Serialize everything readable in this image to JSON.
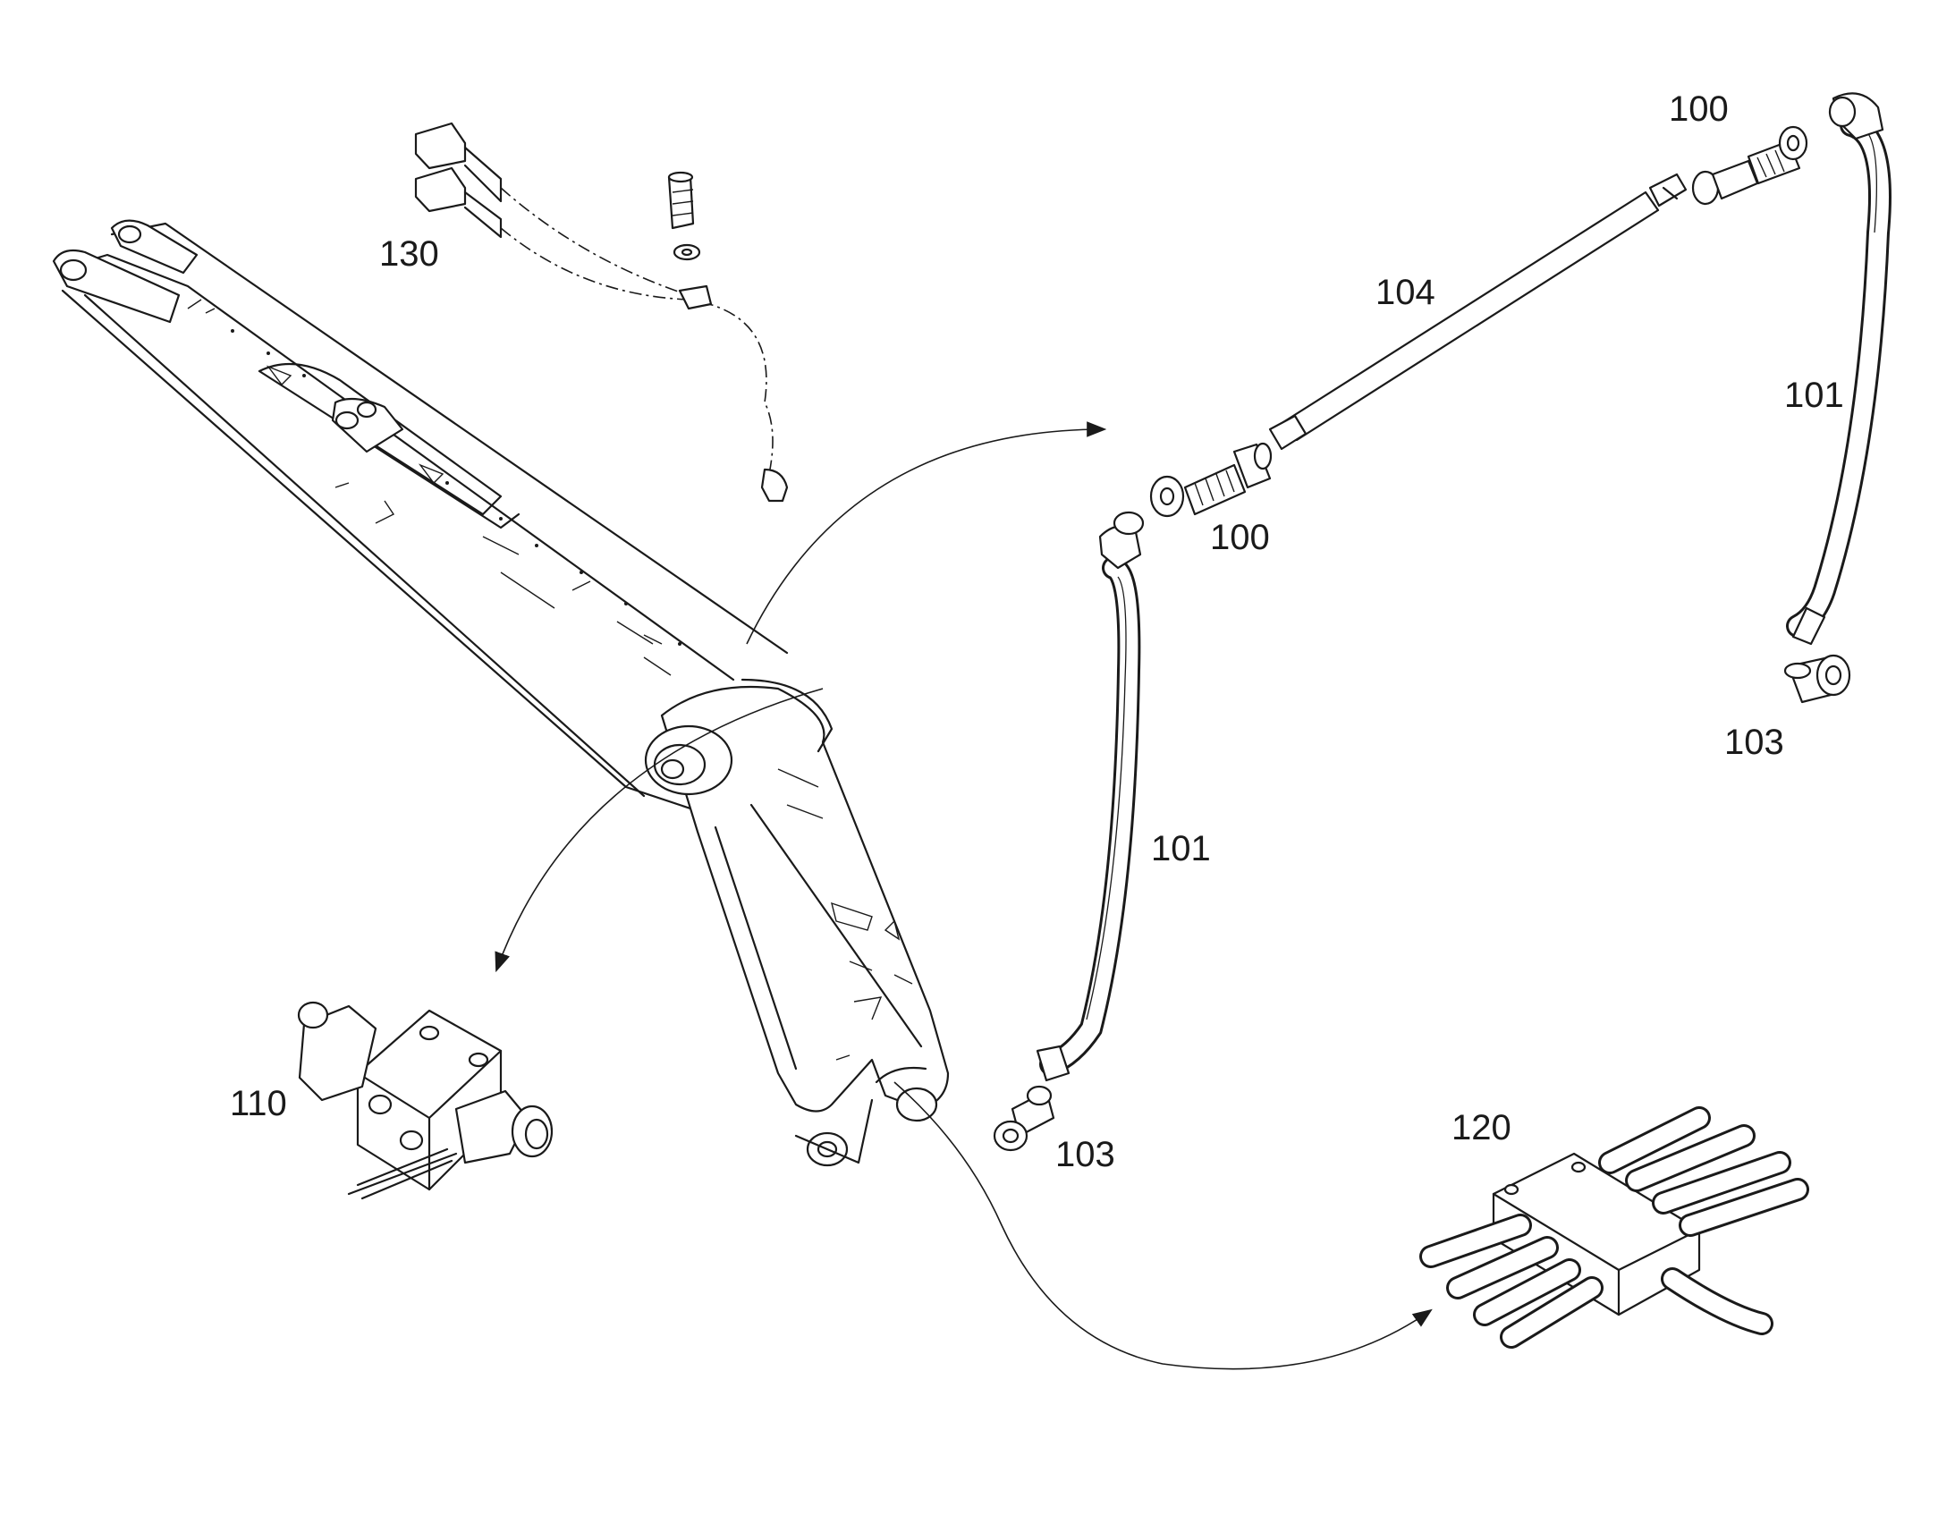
{
  "callouts": {
    "c100_top": "100",
    "c100_mid": "100",
    "c101_right": "101",
    "c101_mid": "101",
    "c103_right": "103",
    "c103_mid": "103",
    "c104": "104",
    "c110": "110",
    "c120": "120",
    "c130": "130"
  }
}
